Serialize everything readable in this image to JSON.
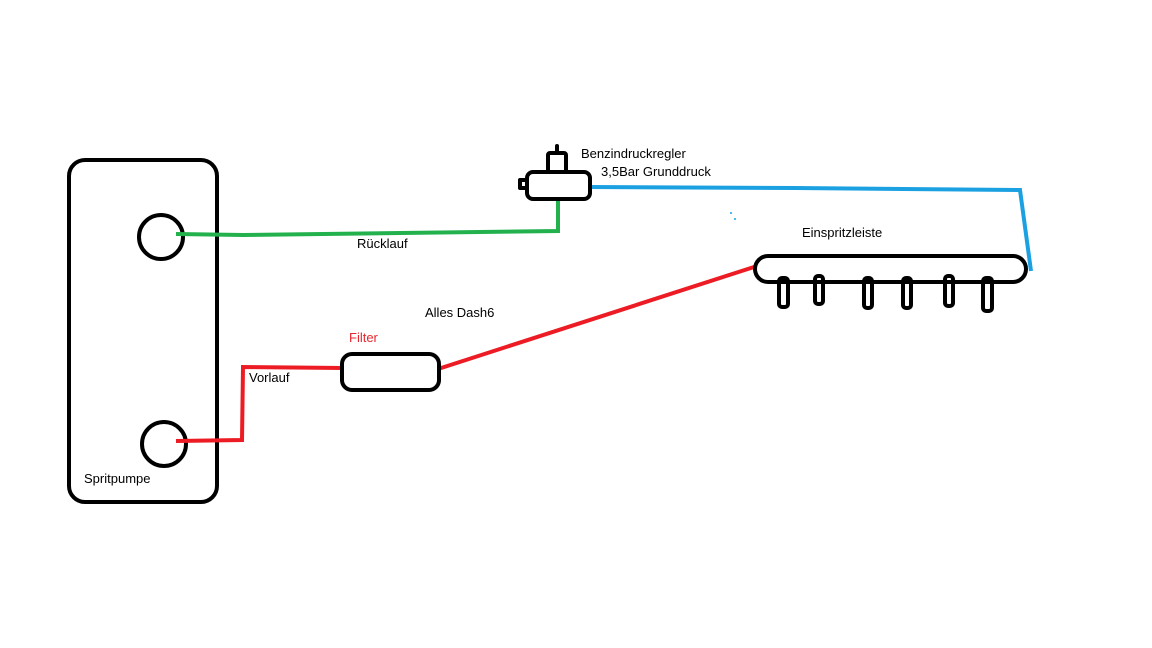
{
  "labels": {
    "pump": "Spritpumpe",
    "return_line": "Rücklauf",
    "supply_line": "Vorlauf",
    "filter": "Filter",
    "all_fittings": "Alles Dash6",
    "regulator": "Benzindruckregler",
    "base_pressure": "3,5Bar Grunddruck",
    "fuel_rail": "Einspritzleiste"
  },
  "colors": {
    "return_line": "#22b14c",
    "supply_line": "#ed1c24",
    "pressure_line": "#1ba1e2",
    "component_outline": "#000000",
    "filter_label": "#e8262e",
    "background": "#ffffff"
  },
  "components": {
    "injector_count": 6
  }
}
